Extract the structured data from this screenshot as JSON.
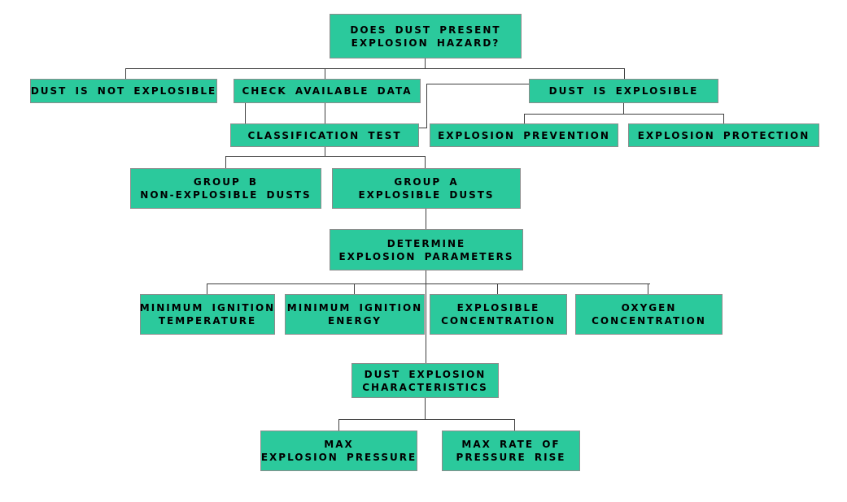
{
  "diagram": {
    "type": "flowchart",
    "colors": {
      "background": "#ffffff",
      "node_fill": "#2bc99c",
      "node_border": "#8d8d8d",
      "line": "#3f3f3f",
      "text": "#000000"
    },
    "nodes": [
      {
        "id": "does-dust-present-explosion-hazard",
        "lines": [
          "DOES DUST PRESENT",
          "EXPLOSION HAZARD?"
        ]
      },
      {
        "id": "dust-is-not-explosible",
        "lines": [
          "DUST IS NOT EXPLOSIBLE"
        ]
      },
      {
        "id": "check-available-data",
        "lines": [
          "CHECK AVAILABLE DATA"
        ]
      },
      {
        "id": "dust-is-explosible",
        "lines": [
          "DUST IS EXPLOSIBLE"
        ]
      },
      {
        "id": "classification-test",
        "lines": [
          "CLASSIFICATION TEST"
        ]
      },
      {
        "id": "explosion-prevention",
        "lines": [
          "EXPLOSION PREVENTION"
        ]
      },
      {
        "id": "explosion-protection",
        "lines": [
          "EXPLOSION PROTECTION"
        ]
      },
      {
        "id": "group-b-non-explosible-dusts",
        "lines": [
          "GROUP B",
          "NON-EXPLOSIBLE DUSTS"
        ]
      },
      {
        "id": "group-a-explosible-dusts",
        "lines": [
          "GROUP A",
          "EXPLOSIBLE DUSTS"
        ]
      },
      {
        "id": "determine-explosion-parameters",
        "lines": [
          "DETERMINE",
          "EXPLOSION PARAMETERS"
        ]
      },
      {
        "id": "minimum-ignition-temperature",
        "lines": [
          "MINIMUM IGNITION",
          "TEMPERATURE"
        ]
      },
      {
        "id": "minimum-ignition-energy",
        "lines": [
          "MINIMUM IGNITION",
          "ENERGY"
        ]
      },
      {
        "id": "explosible-concentration",
        "lines": [
          "EXPLOSIBLE",
          "CONCENTRATION"
        ]
      },
      {
        "id": "oxygen-concentration",
        "lines": [
          "OXYGEN",
          "CONCENTRATION"
        ]
      },
      {
        "id": "dust-explosion-characteristics",
        "lines": [
          "DUST EXPLOSION",
          "CHARACTERISTICS"
        ]
      },
      {
        "id": "max-explosion-pressure",
        "lines": [
          "MAX",
          "EXPLOSION PRESSURE"
        ]
      },
      {
        "id": "max-rate-of-pressure-rise",
        "lines": [
          "MAX RATE OF",
          "PRESSURE RISE"
        ]
      }
    ],
    "edges": [
      {
        "from": "does-dust-present-explosion-hazard",
        "to": "dust-is-not-explosible"
      },
      {
        "from": "does-dust-present-explosion-hazard",
        "to": "check-available-data"
      },
      {
        "from": "does-dust-present-explosion-hazard",
        "to": "dust-is-explosible"
      },
      {
        "from": "check-available-data",
        "to": "classification-test"
      },
      {
        "from": "dust-is-explosible",
        "to": "classification-test"
      },
      {
        "from": "dust-is-explosible",
        "to": "explosion-prevention"
      },
      {
        "from": "dust-is-explosible",
        "to": "explosion-protection"
      },
      {
        "from": "classification-test",
        "to": "group-b-non-explosible-dusts"
      },
      {
        "from": "classification-test",
        "to": "group-a-explosible-dusts"
      },
      {
        "from": "group-a-explosible-dusts",
        "to": "determine-explosion-parameters"
      },
      {
        "from": "determine-explosion-parameters",
        "to": "minimum-ignition-temperature"
      },
      {
        "from": "determine-explosion-parameters",
        "to": "minimum-ignition-energy"
      },
      {
        "from": "determine-explosion-parameters",
        "to": "explosible-concentration"
      },
      {
        "from": "determine-explosion-parameters",
        "to": "oxygen-concentration"
      },
      {
        "from": "determine-explosion-parameters",
        "to": "dust-explosion-characteristics"
      },
      {
        "from": "dust-explosion-characteristics",
        "to": "max-explosion-pressure"
      },
      {
        "from": "dust-explosion-characteristics",
        "to": "max-rate-of-pressure-rise"
      }
    ]
  }
}
